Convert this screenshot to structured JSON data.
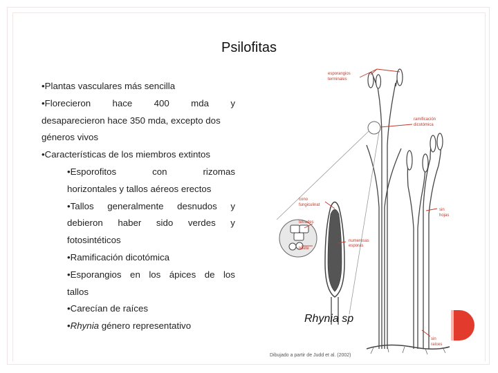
{
  "slide": {
    "title": "Psilofitas",
    "bullets": {
      "b1": "•Plantas vasculares más sencilla",
      "b2_words": [
        "•Florecieron",
        "hace",
        "400",
        "mda",
        "y"
      ],
      "b2_rest": "desaparecieron hace 350 mda, excepto dos",
      "b2_tail": "géneros vivos",
      "b3": "•Características de los miembros extintos",
      "s1_words": [
        "•Esporofitos",
        "con",
        "rizomas"
      ],
      "s1_rest": "horizontales y tallos aéreos erectos",
      "s2_words": [
        "•Tallos",
        "generalmente",
        "desnudos",
        "y"
      ],
      "s2_words2": [
        "debieron",
        "haber",
        "sido",
        "verdes",
        "y"
      ],
      "s2_tail": "fotosintéticos",
      "s3": "•Ramificación dicotómica",
      "s4_words": [
        "•Esporangios",
        "en",
        "los",
        "ápices",
        "de",
        "los"
      ],
      "s4_tail": "tallos",
      "s5": "•Carecían de raíces",
      "s6_italic": "Rhynia",
      "s6_rest": " género representativo"
    }
  },
  "figure": {
    "label": "Rhynia sp",
    "credit": "Dibujado a partir de Judd et al. (2002)",
    "annotations": {
      "a1": "esporangios",
      "a1b": "terminales",
      "a2": "ramificación",
      "a2b": "dicotómica",
      "a3": "cono",
      "a3b": "fungiculinat",
      "a4": "tétrades",
      "a5": "numerosas",
      "a5b": "esporas",
      "a6": "trilete",
      "a7": "sin",
      "a7b": "hojas",
      "a8": "sin",
      "a8b": "raíces"
    },
    "accent_color": "#c0392b"
  }
}
